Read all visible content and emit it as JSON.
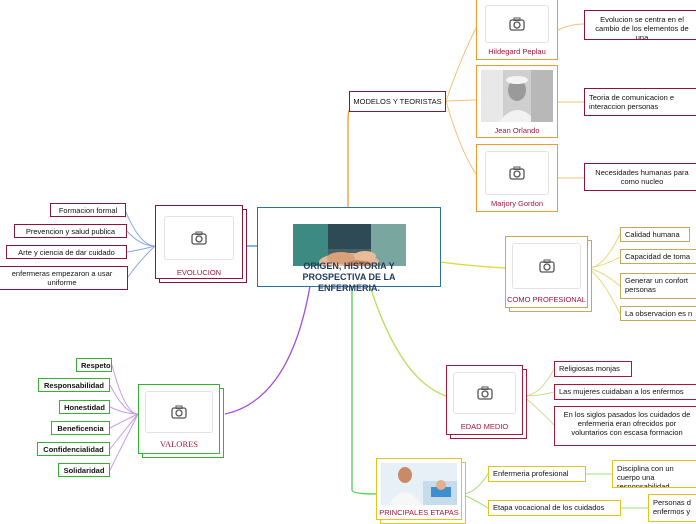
{
  "colors": {
    "central": "#2a6fa8",
    "evolucion": "#8a1538",
    "valores": "#31b531",
    "modelos": "#f29a2e",
    "profesional": "#c6a85a",
    "edad_medio": "#a8163a",
    "etapas": "#e8c21c",
    "conn_modelos": "#f29a2e",
    "conn_evolucion": "#3c8be0",
    "conn_valores": "#a44be0",
    "conn_profesional": "#e6d531",
    "conn_edad": "#b7e05a",
    "conn_etapas": "#4fd04f",
    "conn_modelos_child": "#f6c07a",
    "conn_evolucion_child": "#8aa8e6",
    "conn_valores_child": "#c99ae8",
    "conn_prof_child": "#e8d77a",
    "conn_edad_child": "#c9e090",
    "conn_etapas_child": "#9ee07a"
  },
  "central": {
    "title": "ORIGEN, HISTORIA Y PROSPECTIVA DE LA ENFERMERIA.",
    "image": "hands-together-photo"
  },
  "modelos": {
    "title": "MODELOS Y TEORISTAS",
    "theorists": [
      {
        "name": "Hildegard Peplau",
        "icon": "camera-icon",
        "note": "Evolucion se centra en el cambio de los elementos de una"
      },
      {
        "name": "Jean Orlando",
        "icon": "nurse-photo",
        "note": "Teoria de comunicacion e interaccion personas"
      },
      {
        "name": "Marjory Gordon",
        "icon": "camera-icon",
        "note": "Necesidades humanas para como nucleo"
      }
    ]
  },
  "evolucion": {
    "title": "EVOLUCION",
    "icon": "camera-icon",
    "items": [
      "Formacion formal",
      "Prevencion y salud publica",
      "Arte y ciencia de dar cuidado",
      "enfermeras empezaron a usar uniforme"
    ]
  },
  "valores": {
    "title": "VALORES",
    "icon": "camera-icon",
    "items": [
      "Respeto",
      "Responsabilidad",
      "Honestidad",
      "Beneficencia",
      "Confidencialidad",
      "Solidaridad"
    ]
  },
  "profesional": {
    "title": "COMO PROFESIONAL",
    "icon": "camera-icon",
    "items": [
      "Calidad humana",
      "Capacidad de toma",
      "Generar un confort personas",
      "La observacion es n"
    ]
  },
  "edad_medio": {
    "title": "EDAD MEDIO",
    "icon": "camera-icon",
    "items": [
      "Religiosas monjas",
      "Las mujeres cuidaban a los enfermos",
      "En los siglos pasados los cuidados de enfermeria eran ofrecidos por voluntarios con escasa formacion"
    ]
  },
  "etapas": {
    "title": "PRINCIPALES ETAPAS",
    "image": "nurse-patient-photo",
    "items": [
      {
        "label": "Enfermeria profesional",
        "detail": "Disciplina con un cuerpo una responsabilidad"
      },
      {
        "label": "Etapa vocacional de los cuidados",
        "detail": "Personas d enfermos y"
      }
    ]
  }
}
